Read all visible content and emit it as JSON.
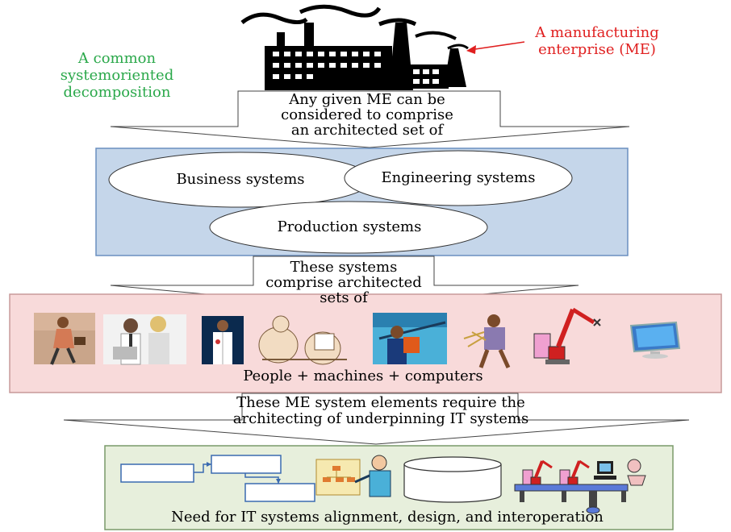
{
  "annotations": {
    "left_label": [
      "A common",
      "systemoriented",
      "decomposition"
    ],
    "right_label": [
      "A manufacturing",
      "enterprise (ME)"
    ]
  },
  "arrow1_text": [
    "Any given ME can be",
    "considered to comprise",
    "an architected set of"
  ],
  "systems": {
    "business": "Business systems",
    "engineering": "Engineering systems",
    "production": "Production systems"
  },
  "arrow2_text": [
    "These systems",
    "comprise architected",
    "sets of"
  ],
  "elements_caption": "People + machines + computers",
  "arrow3_text": [
    "These ME system elements require the",
    "architecting of  underpinning IT systems"
  ],
  "it_caption": "Need for IT systems alignment, design, and interoperation",
  "icons": [
    "factory-icon",
    "businesswoman-icon",
    "team-icon",
    "doctor-icon",
    "office-worker-icon",
    "engineer-icon",
    "craftsman-icon",
    "robot-arm-icon",
    "monitor-icon",
    "flowchart-icon",
    "presenter-icon",
    "database-icon",
    "production-line-icon"
  ],
  "colors": {
    "green_text": "#2aa84a",
    "red_text": "#e02020",
    "systems_panel": "#c5d6ea",
    "systems_border": "#6a8fc0",
    "elements_panel": "#f8dada",
    "elements_border": "#c79a9a",
    "it_panel": "#e7efdc",
    "it_border": "#7a9a6a"
  }
}
